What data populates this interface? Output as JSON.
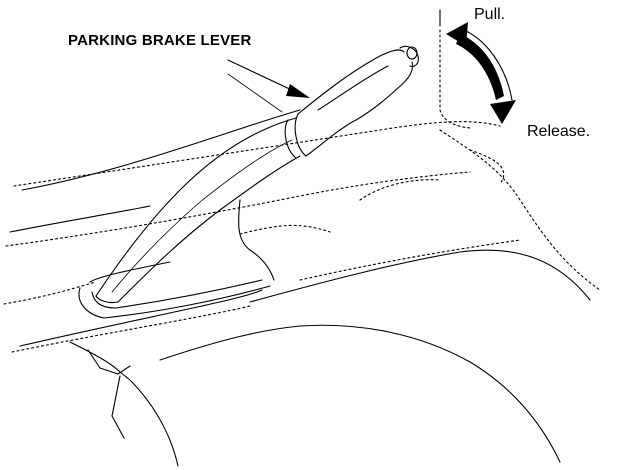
{
  "labels": {
    "lever": "PARKING BRAKE LEVER",
    "pull": "Pull.",
    "release": "Release."
  },
  "colors": {
    "ink": "#000000",
    "background": "#ffffff"
  }
}
